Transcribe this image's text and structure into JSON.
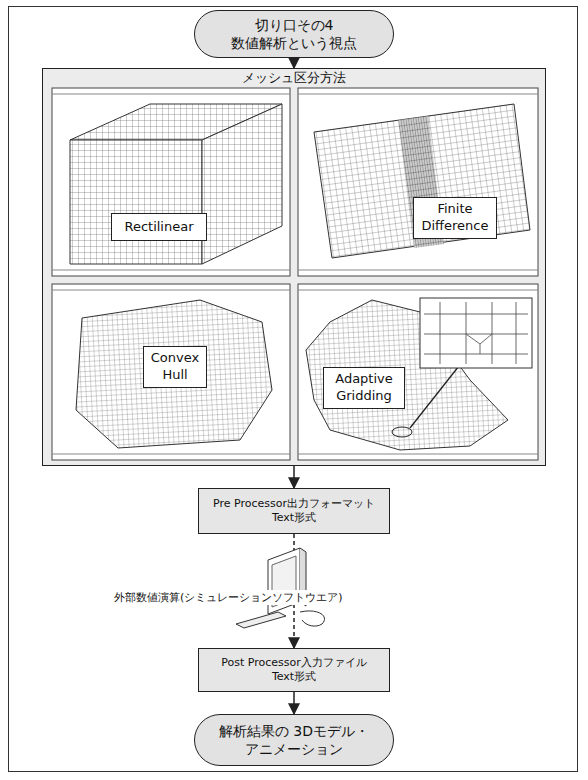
{
  "diagram": {
    "nodes": [
      {
        "text": [
          "切り口その4 数値解析という視点"
        ]
      },
      {
        "text": [
          "メッシュ区分方法"
        ]
      },
      {
        "text": [
          "Rectilinear"
        ],
        "in": 1
      },
      {
        "text": [
          "Finite Difference"
        ],
        "in": 1
      },
      {
        "text": [
          "Convex Hull"
        ],
        "in": 1
      },
      {
        "text": [
          "Adaptive Gridding"
        ],
        "in": 1
      },
      {
        "text": [
          "Pre Processor出力フォーマット Text形式"
        ]
      },
      {
        "text": [
          "Post Processor入力ファイル Text形式"
        ]
      },
      {
        "text": [
          "解析結果の 3Dモデル・アニメーション"
        ]
      }
    ],
    "edges": [
      {
        "from": 0,
        "to": 1,
        "arrow": "to"
      },
      {
        "from": 1,
        "to": 6,
        "arrow": "to"
      },
      {
        "from": 6,
        "to": 7,
        "arrow": "to"
      },
      {
        "from": 7,
        "to": 8,
        "arrow": "to"
      }
    ],
    "labels": [
      "外部数値演算(シミュレーションソフトウエア)"
    ]
  }
}
